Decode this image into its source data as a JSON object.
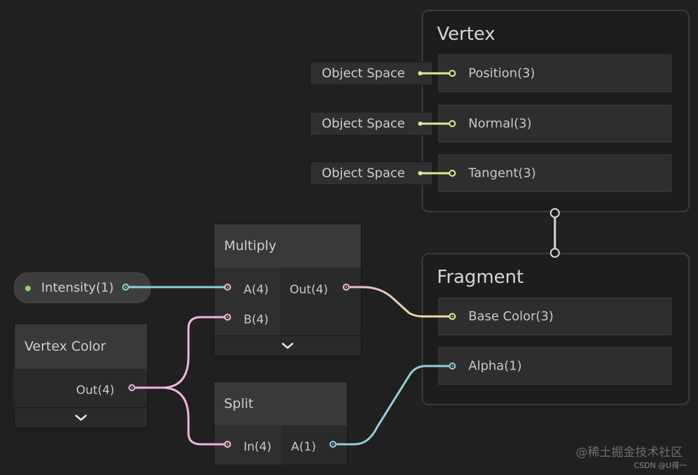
{
  "vertex": {
    "title": "Vertex",
    "blocks": [
      {
        "label": "Position(3)",
        "input": "Object Space"
      },
      {
        "label": "Normal(3)",
        "input": "Object Space"
      },
      {
        "label": "Tangent(3)",
        "input": "Object Space"
      }
    ]
  },
  "fragment": {
    "title": "Fragment",
    "blocks": [
      {
        "label": "Base Color(3)"
      },
      {
        "label": "Alpha(1)"
      }
    ]
  },
  "property": {
    "label": "Intensity(1)"
  },
  "multiply": {
    "title": "Multiply",
    "inputs": [
      "A(4)",
      "B(4)"
    ],
    "output": "Out(4)"
  },
  "vertex_color": {
    "title": "Vertex Color",
    "output": "Out(4)"
  },
  "split": {
    "title": "Split",
    "input": "In(4)",
    "output": "A(1)"
  },
  "watermark": {
    "site": "@稀土掘金技术社区",
    "author": "CSDN @U得一"
  },
  "colors": {
    "vector3": "#e9e98e",
    "vector4": "#f1b6de",
    "vector1": "#8ed3d8",
    "property_dot": "#8fd06f",
    "background": "#202020"
  },
  "icons": {
    "collapse": "chevron-down-icon"
  }
}
